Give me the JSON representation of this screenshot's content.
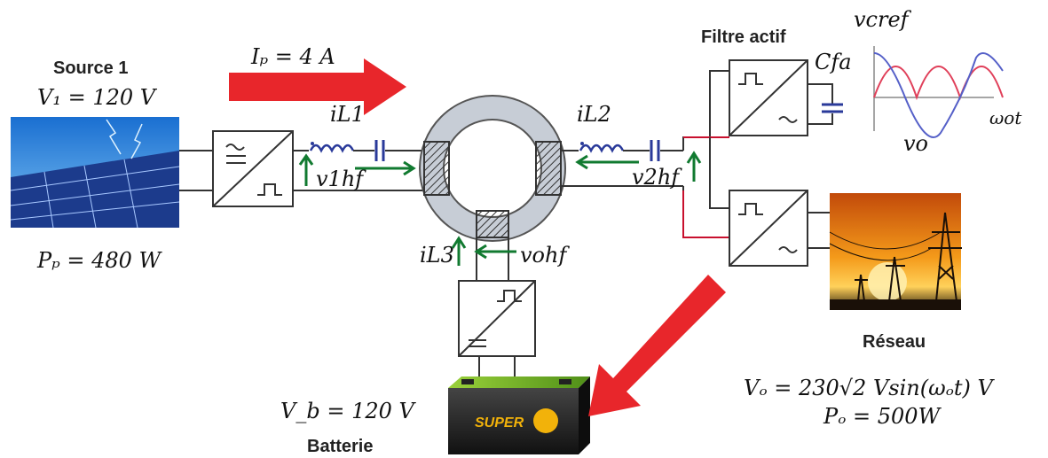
{
  "source": {
    "title": "Source 1",
    "voltage": "V₁ = 120 V",
    "power": "Pₚ = 480 W"
  },
  "current_arrow": {
    "label": "Iₚ = 4 A"
  },
  "labels": {
    "iL1": "iL1",
    "v1hf": "v1hf",
    "iL2": "iL2",
    "v2hf": "v2hf",
    "iL3": "iL3",
    "vohf": "vohf",
    "cfa": "Cfa",
    "vcref": "vcref",
    "vo": "vo",
    "wot": "ωot"
  },
  "active_filter": {
    "title": "Filtre actif"
  },
  "grid": {
    "title": "Réseau",
    "voltage": "Vₒ = 230√2 Vsin(ωₒt) V",
    "power": "Pₒ = 500W"
  },
  "battery": {
    "title": "Batterie",
    "voltage": "V_b = 120 V",
    "brand": "SUPER"
  },
  "colors": {
    "arrow": "#e8262b",
    "wave_red": "#e0405a",
    "wave_blue": "#5560c8",
    "green": "#117a30"
  }
}
